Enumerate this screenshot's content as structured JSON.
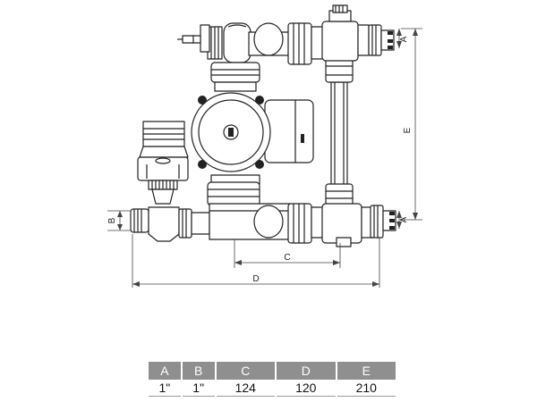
{
  "dimensions": {
    "a_top": "A",
    "a_bottom": "A",
    "b": "B",
    "c": "C",
    "d": "D",
    "e": "E"
  },
  "spec_table": {
    "headers": [
      "A",
      "B",
      "C",
      "D",
      "E"
    ],
    "values": [
      "1\"",
      "1\"",
      "124",
      "120",
      "210"
    ]
  },
  "colors": {
    "line": "#222222",
    "header_bg": "#8f8f8f",
    "header_text": "#ffffff"
  }
}
